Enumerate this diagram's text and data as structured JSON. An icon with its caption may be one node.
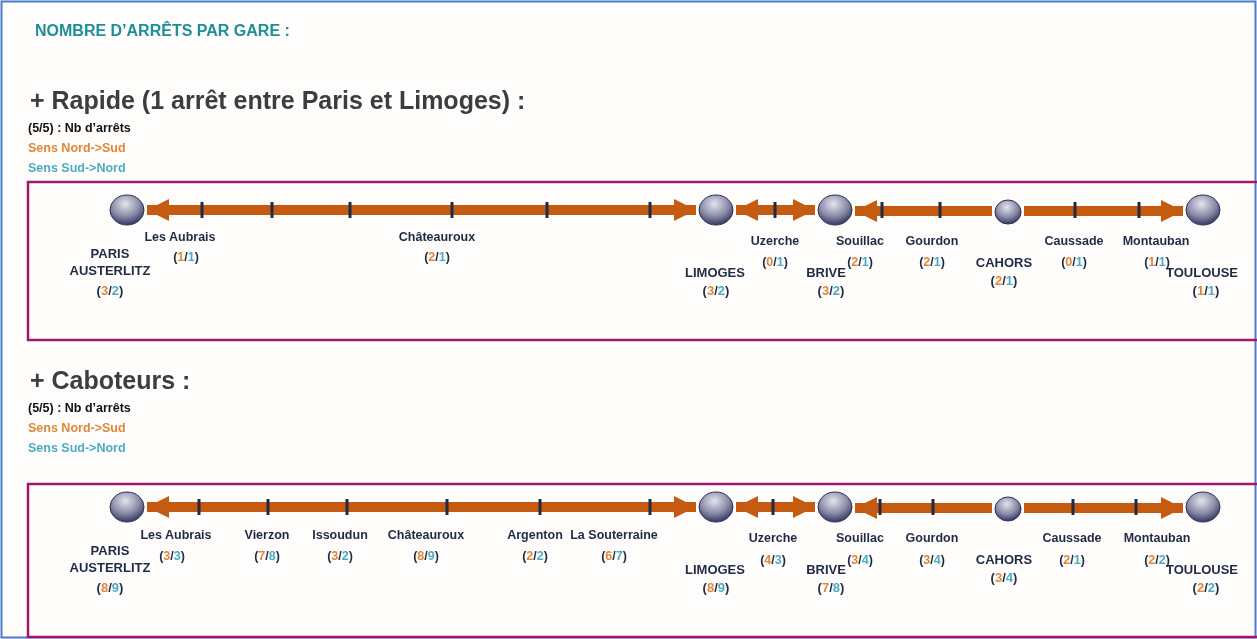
{
  "diagram": {
    "title": "NOMBRE D’ARRÊTS PAR GARE :",
    "nodes": [
      {
        "text": [
          "PARIS AUSTERLITZ",
          "(3/2)"
        ]
      },
      {
        "text": [
          "LIMOGES",
          "(3/2)"
        ]
      },
      {
        "text": [
          "BRIVE",
          "(3/2)"
        ]
      },
      {
        "text": [
          "CAHORS",
          "(2/1)"
        ]
      },
      {
        "text": [
          "TOULOUSE",
          "(1/1)"
        ]
      },
      {
        "text": [
          "PARIS AUSTERLITZ",
          "(8/9)"
        ]
      },
      {
        "text": [
          "LIMOGES",
          "(8/9)"
        ]
      },
      {
        "text": [
          "BRIVE",
          "(7/8)"
        ]
      },
      {
        "text": [
          "CAHORS",
          "(3/4)"
        ]
      },
      {
        "text": [
          "TOULOUSE",
          "(2/2)"
        ]
      }
    ],
    "edges": [
      {
        "from": 0,
        "to": 1,
        "arrow": "both"
      },
      {
        "from": 1,
        "to": 2,
        "arrow": "both"
      },
      {
        "from": 3,
        "to": 2,
        "arrow": "to"
      },
      {
        "from": 3,
        "to": 4,
        "arrow": "to"
      },
      {
        "from": 5,
        "to": 6,
        "arrow": "both"
      },
      {
        "from": 6,
        "to": 7,
        "arrow": "both"
      },
      {
        "from": 8,
        "to": 7,
        "arrow": "to"
      },
      {
        "from": 8,
        "to": 9,
        "arrow": "to"
      }
    ],
    "labels": [
      "+ Rapide (1 arrêt entre Paris et Limoges) :",
      "(5/5) : Nb d’arrêts",
      "Les Aubrais",
      "(1/1)",
      "Châteauroux",
      "(2/1)",
      "Uzerche",
      "(0/1)",
      "Souillac",
      "(2/1)",
      "Gourdon",
      "(2/1)",
      "Caussade",
      "(0/1)",
      "Montauban",
      "(1/1)",
      "+ Caboteurs :",
      "(5/5) : Nb d’arrêts",
      "Les Aubrais",
      "(3/3)",
      "Vierzon",
      "(7/8)",
      "Issoudun",
      "(3/2)",
      "Châteauroux",
      "(8/9)",
      "Argenton",
      "(2/2)",
      "La Souterraine",
      "(6/7)",
      "Uzerche",
      "(4/3)",
      "Souillac",
      "(3/4)",
      "Gourdon",
      "(3/4)",
      "Caussade",
      "(2/1)",
      "Montauban",
      "(2/2)"
    ],
    "legend": [
      {
        "text": "Sens Nord->Sud",
        "color": "#e0873a"
      },
      {
        "text": "Sens Sud->Nord",
        "color": "#4bacc6"
      },
      {
        "text": "Sens Nord->Sud",
        "color": "#e0873a"
      },
      {
        "text": "Sens Sud->Nord",
        "color": "#4bacc6"
      }
    ]
  }
}
